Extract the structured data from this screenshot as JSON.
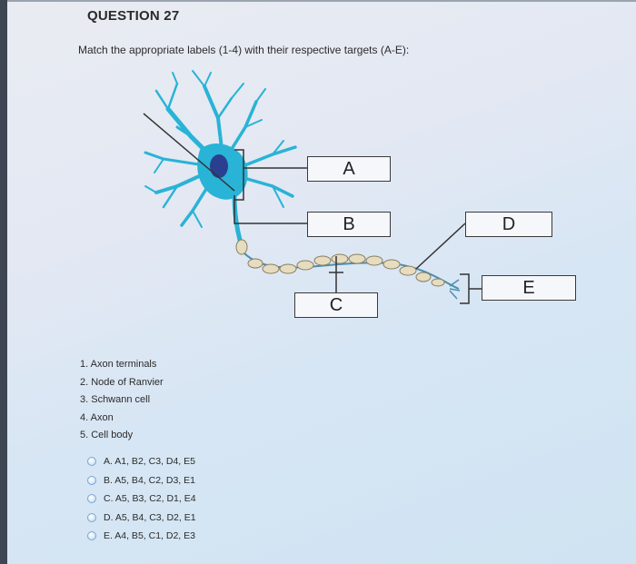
{
  "question": {
    "title": "QUESTION 27",
    "instructions": "Match the appropriate labels (1-4) with their respective targets (A-E):"
  },
  "diagram": {
    "targets": [
      "A",
      "B",
      "C",
      "D",
      "E"
    ]
  },
  "terms": [
    "1. Axon terminals",
    "2. Node of Ranvier",
    "3. Schwann cell",
    "4. Axon",
    "5. Cell body"
  ],
  "options": [
    "A. A1, B2, C3, D4, E5",
    "B. A5, B4, C2, D3, E1",
    "C. A5, B3, C2, D1, E4",
    "D. A5, B4, C3, D2, E1",
    "E. A4, B5, C1, D2, E3"
  ],
  "colors": {
    "neuron": "#29b3d6",
    "nucleus": "#2a3f8f",
    "myelin": "#e6dcc0",
    "leader": "#333333"
  }
}
